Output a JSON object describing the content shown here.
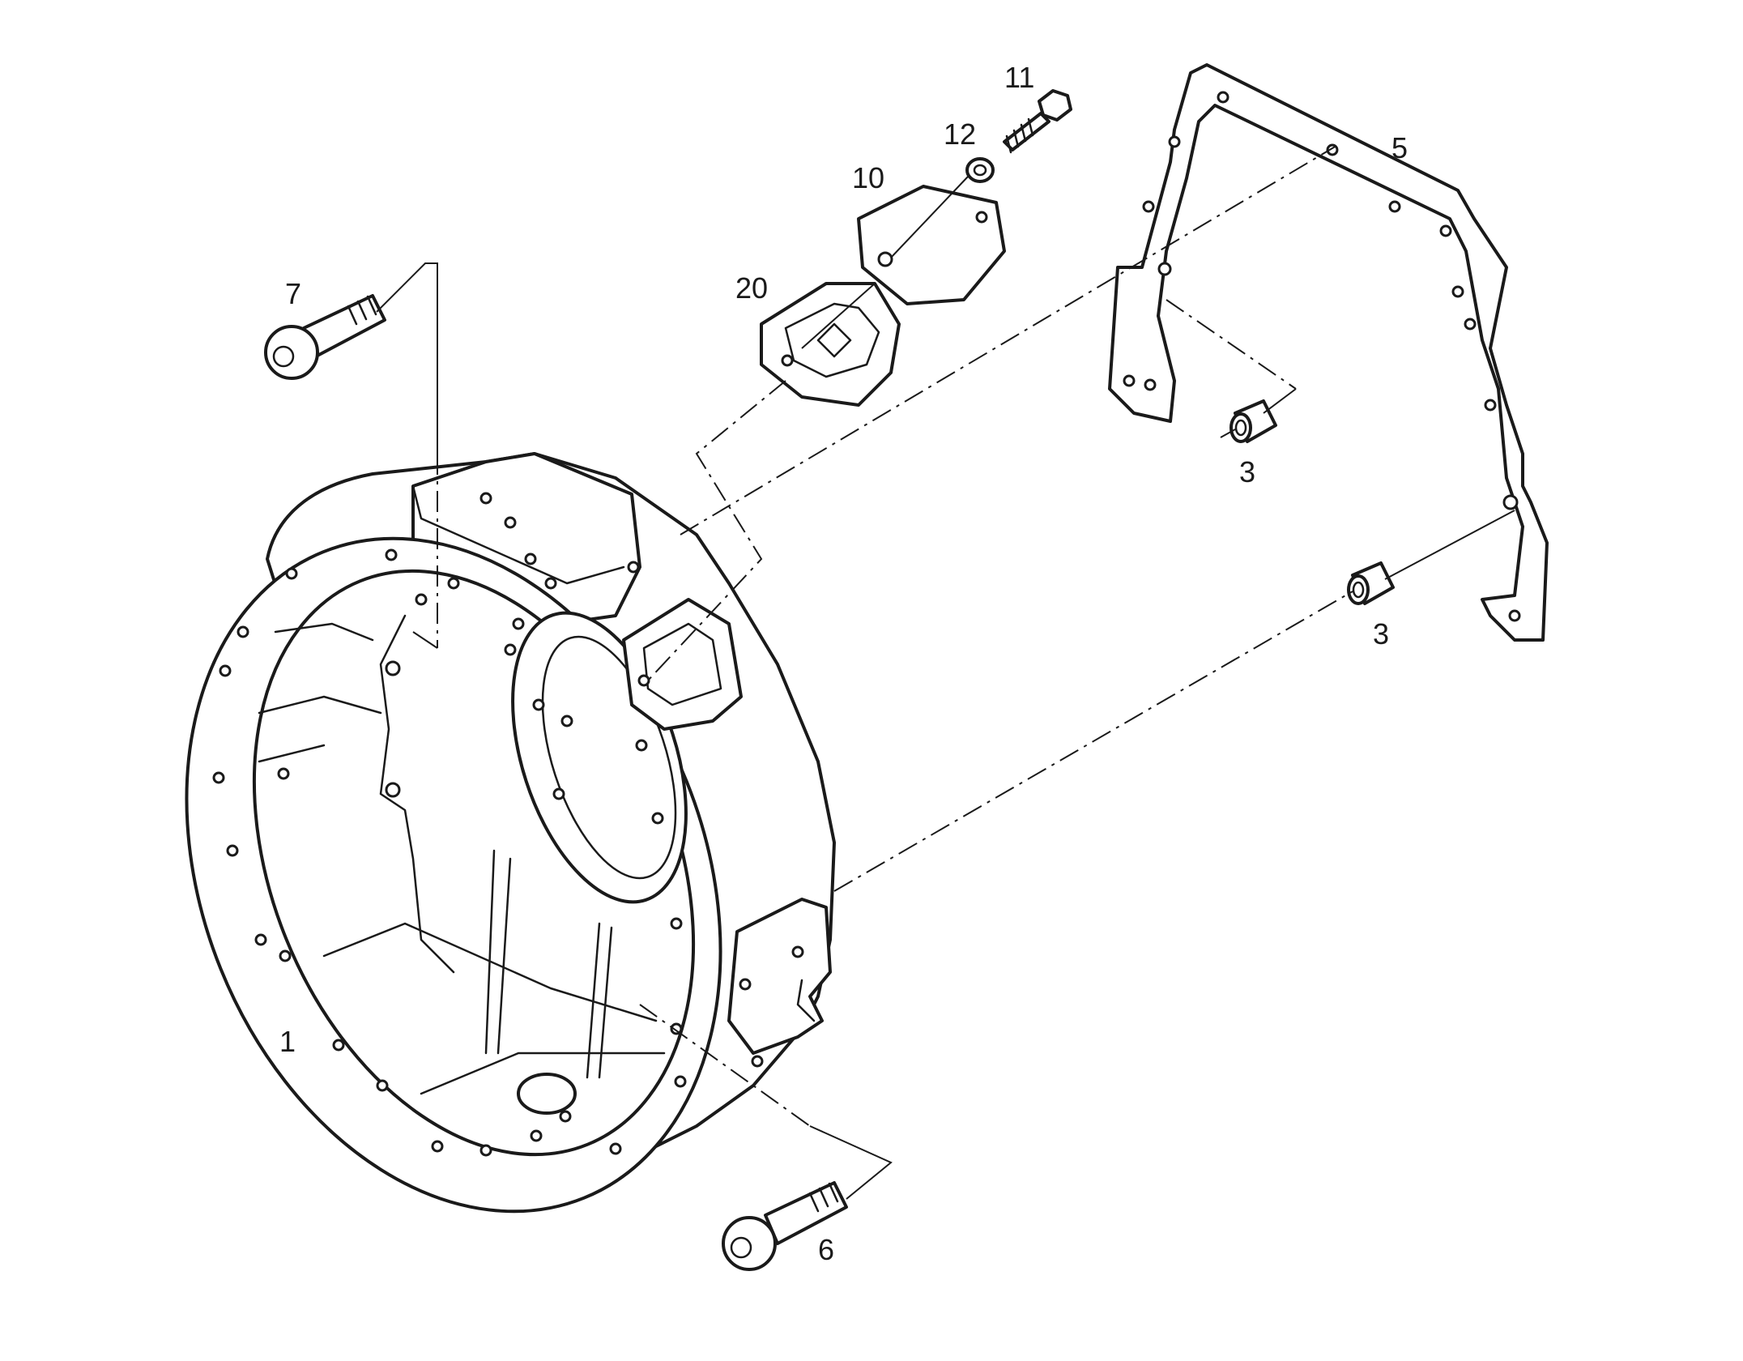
{
  "diagram": {
    "labels": {
      "housing": "1",
      "dowel_upper": "3",
      "dowel_lower": "3",
      "gasket": "5",
      "screw_lower": "6",
      "screw_upper": "7",
      "cover_plate": "10",
      "bolt": "11",
      "washer": "12",
      "cover_gasket": "20"
    }
  }
}
